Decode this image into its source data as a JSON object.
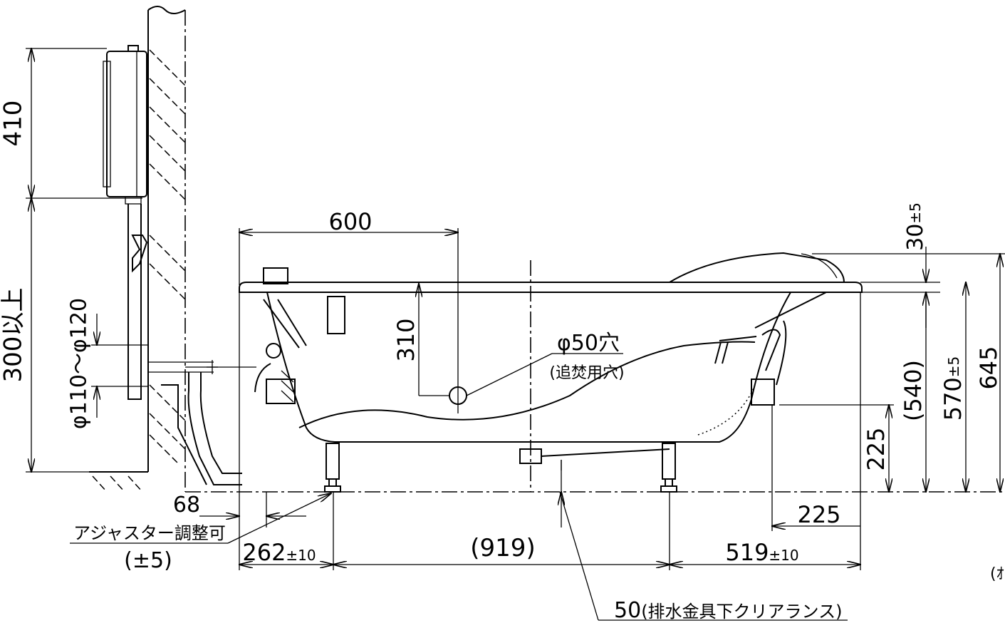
{
  "dimensions": {
    "heater_height": "410",
    "min_height": "300以上",
    "pipe_range": "φ110～φ120",
    "overhang": "68",
    "adjuster_label": "アジャスター調整可",
    "adjuster_range": "(±5)",
    "hole_offset": "600",
    "hole_depth": "310",
    "hole_label": "φ50穴",
    "hole_sublabel": "(追焚用穴)",
    "left_leg": "262",
    "left_leg_tol": "±10",
    "leg_span": "(919)",
    "right_leg": "519",
    "right_leg_tol": "±10",
    "right_225_horizontal": "225",
    "right_225_vertical": "225",
    "rim_thickness": "30",
    "rim_thickness_tol": "±5",
    "inner_depth": "(540)",
    "rim_height": "570",
    "rim_height_tol": "±5",
    "total_height": "645",
    "clearance": "50",
    "clearance_label": "(排水金具下クリアランス)",
    "cut_off_text": "(ｵ"
  }
}
